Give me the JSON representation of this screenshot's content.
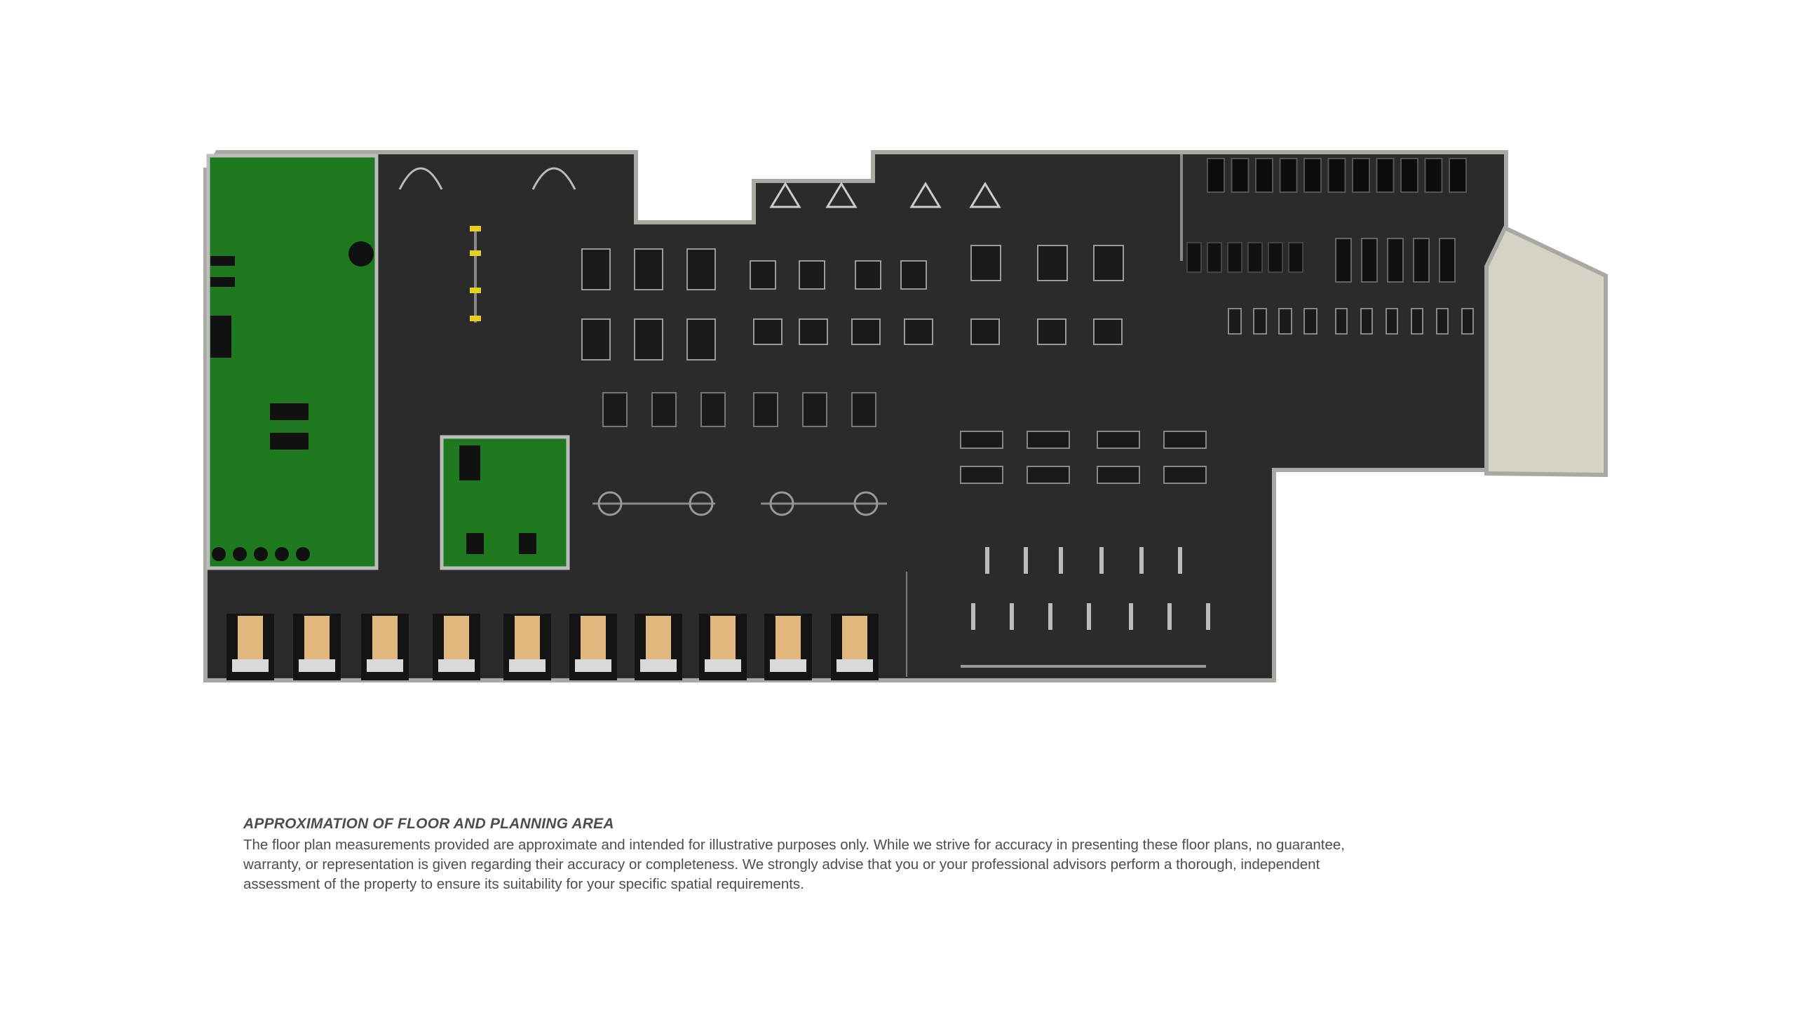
{
  "disclaimer": {
    "title": "APPROXIMATION OF FLOOR AND PLANNING AREA",
    "body": "The floor plan measurements provided are approximate and intended for illustrative purposes only. While we strive for accuracy in presenting these floor plans, no guarantee, warranty, or representation is given regarding their accuracy or completeness. We strongly advise that you or your professional advisors perform a thorough, independent assessment of the property to ensure its suitability for your specific spatial requirements."
  },
  "colors": {
    "floor": "#2b2b2b",
    "wall": "#a9a9a4",
    "turf": "#1f7a1f",
    "turf_border": "#bdbdbd",
    "lobby": "#d6d2c6",
    "equipment": "#9a9a9a",
    "equipment_dark": "#0e0e0e",
    "accent_yellow": "#e8d11c",
    "bench_wood": "#e2b77d",
    "text": "#4d4d4d"
  },
  "zones": [
    {
      "name": "turf-training-zone"
    },
    {
      "name": "turf-functional-pad"
    },
    {
      "name": "free-weights-area"
    },
    {
      "name": "strength-machines-area"
    },
    {
      "name": "cardio-zone"
    },
    {
      "name": "squat-rack-row"
    },
    {
      "name": "dumbbell-zone"
    },
    {
      "name": "entrance-lobby"
    }
  ]
}
